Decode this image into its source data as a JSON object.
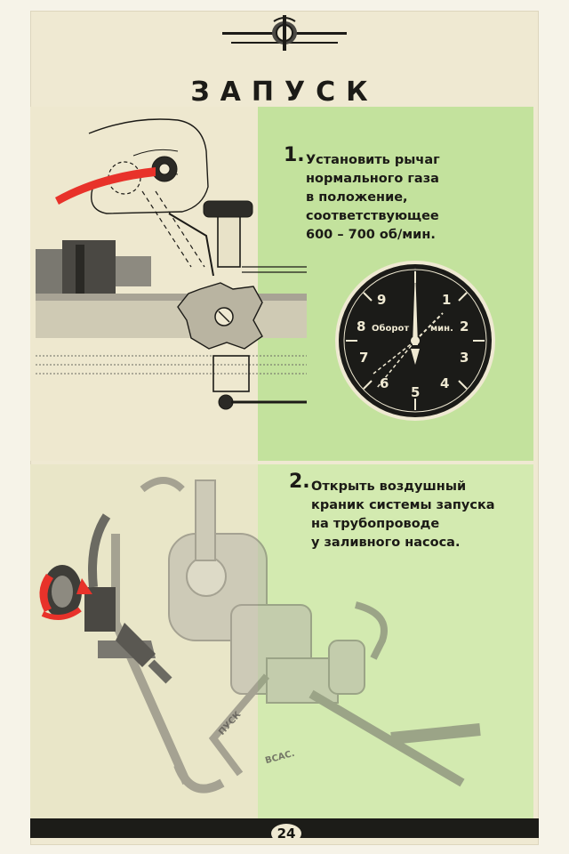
{
  "page": {
    "title": "ЗАПУСК",
    "page_number": "24"
  },
  "steps": [
    {
      "number": "1.",
      "lines": [
        "Установить рычаг",
        "нормального газа",
        "в положение,",
        "соответствующее",
        "600 – 700 об/мин."
      ]
    },
    {
      "number": "2.",
      "lines": [
        "Открыть воздушный",
        "краник системы запуска",
        "на трубопроводе",
        "у заливного насоса."
      ]
    }
  ],
  "gauge": {
    "numbers": [
      "1",
      "2",
      "3",
      "4",
      "5",
      "6",
      "7",
      "8",
      "9"
    ],
    "label_left": "Оборот",
    "label_right": "мин."
  },
  "labels": {
    "pump_label": "ПУСК",
    "vsas_label": "ВСАС."
  },
  "colors": {
    "green_panel": "#c3e29d",
    "paper": "#efe9d2",
    "red_arrow": "#e8322a",
    "ink": "#1c1b17"
  }
}
